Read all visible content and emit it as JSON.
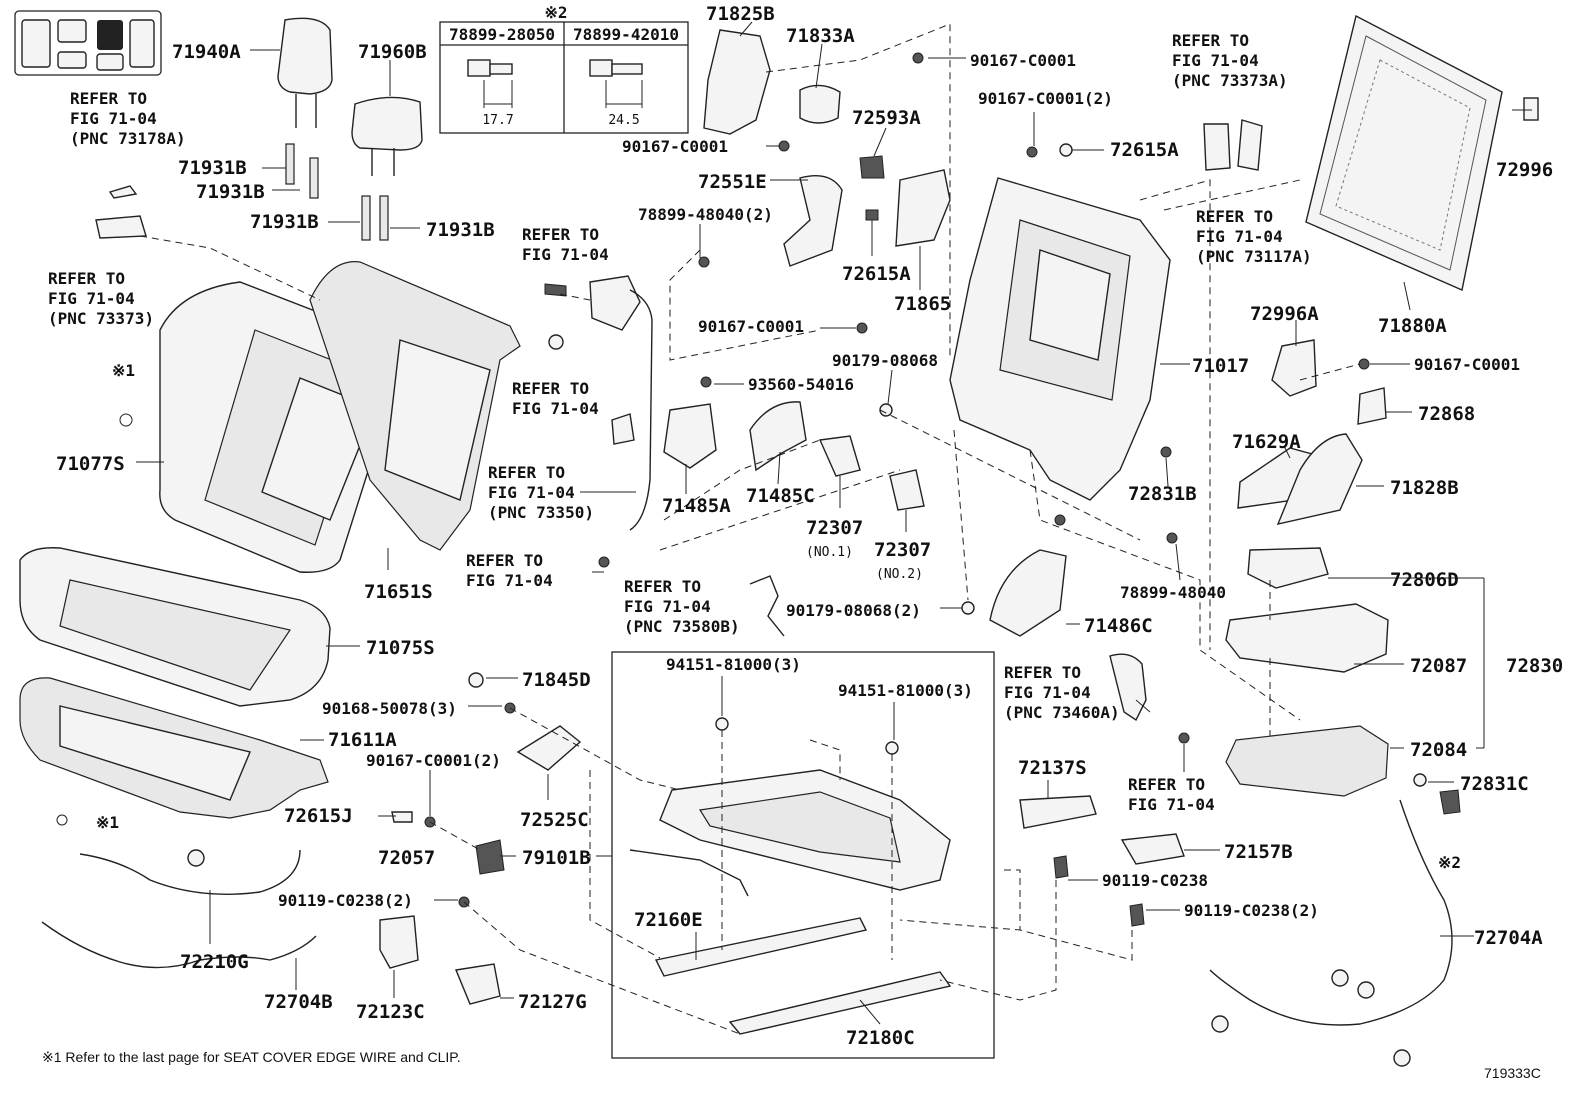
{
  "diagram_id": "719333C",
  "footnote": "※1  Refer to the last page for SEAT COVER EDGE WIRE and CLIP.",
  "fastener_table": {
    "note_mark": "※2",
    "col1": {
      "part": "78899-28050",
      "dim": "17.7"
    },
    "col2": {
      "part": "78899-42010",
      "dim": "24.5"
    }
  },
  "labels": {
    "l71940A": "71940A",
    "l71960B": "71960B",
    "l71825B": "71825B",
    "l71833A": "71833A",
    "l90167a": "90167-C0001",
    "l90167b": "90167-C0001",
    "l90167c2": "90167-C0001(2)",
    "l72615A1": "72615A",
    "l72593A": "72593A",
    "l72551E": "72551E",
    "l78899_48040_2": "78899-48040(2)",
    "l72615A2": "72615A",
    "l71865": "71865",
    "l90167d": "90167-C0001",
    "l90179": "90179-08068",
    "l71017": "71017",
    "l72996": "72996",
    "l71880A": "71880A",
    "l72996A": "72996A",
    "l90167e": "90167-C0001",
    "l72868": "72868",
    "l71629A": "71629A",
    "l71828B": "71828B",
    "l72831B": "72831B",
    "l78899_48040": "78899-48040",
    "l72806D": "72806D",
    "l72087": "72087",
    "l72830": "72830",
    "l72084": "72084",
    "l72831C": "72831C",
    "l72704A": "72704A",
    "l71931B1": "71931B",
    "l71931B2": "71931B",
    "l71931B3": "71931B",
    "l71077S": "71077S",
    "l71651S": "71651S",
    "l71075S": "71075S",
    "l71611A": "71611A",
    "l93560": "93560-54016",
    "l71485A": "71485A",
    "l71485C": "71485C",
    "l72307a": "72307",
    "l72307a_n": "(NO.1)",
    "l72307b": "72307",
    "l72307b_n": "(NO.2)",
    "l90179_2": "90179-08068(2)",
    "l71486C": "71486C",
    "l71845D": "71845D",
    "l90168": "90168-50078(3)",
    "l72525C": "72525C",
    "l90167f2": "90167-C0001(2)",
    "l72615J": "72615J",
    "l72057": "72057",
    "l79101B": "79101B",
    "l90119a2": "90119-C0238(2)",
    "l72210G": "72210G",
    "l72704B": "72704B",
    "l72123C": "72123C",
    "l72127G": "72127G",
    "l94151a": "94151-81000(3)",
    "l94151b": "94151-81000(3)",
    "l72160E": "72160E",
    "l72180C": "72180C",
    "l72137S": "72137S",
    "l72157B": "72157B",
    "l90119b": "90119-C0238",
    "l90119c2": "90119-C0238(2)",
    "mark1a": "※1",
    "mark1b": "※1",
    "mark2": "※2"
  },
  "references": {
    "r1": [
      "REFER TO",
      "FIG 71-04",
      "(PNC 73178A)"
    ],
    "r2": [
      "REFER TO",
      "FIG 71-04",
      "(PNC 73373)"
    ],
    "r3": [
      "REFER TO",
      "FIG 71-04"
    ],
    "r4": [
      "REFER TO",
      "FIG 71-04"
    ],
    "r5": [
      "REFER TO",
      "FIG 71-04",
      "(PNC 73350)"
    ],
    "r6": [
      "REFER TO",
      "FIG 71-04"
    ],
    "r7": [
      "REFER TO",
      "FIG 71-04",
      "(PNC 73580B)"
    ],
    "r8": [
      "REFER TO",
      "FIG 71-04",
      "(PNC 73373A)"
    ],
    "r9": [
      "REFER TO",
      "FIG 71-04",
      "(PNC 73117A)"
    ],
    "r10": [
      "REFER TO",
      "FIG 71-04",
      "(PNC 73460A)"
    ],
    "r11": [
      "REFER TO",
      "FIG 71-04"
    ]
  }
}
